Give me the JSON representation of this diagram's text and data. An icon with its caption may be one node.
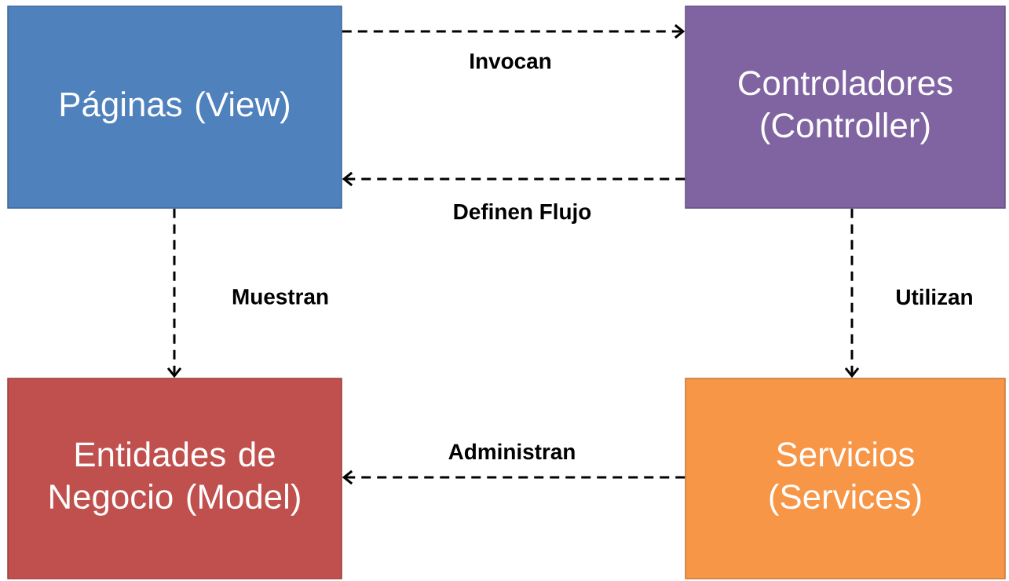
{
  "diagram": {
    "nodes": [
      {
        "text": [
          "Páginas (View)"
        ]
      },
      {
        "text": [
          "Controladores (Controller)"
        ]
      },
      {
        "text": [
          "Entidades de Negocio (Model)"
        ]
      },
      {
        "text": [
          "Servicios (Services)"
        ]
      }
    ],
    "edges": [
      {
        "from": 0,
        "to": 1,
        "arrow": "to",
        "label": "Invocan",
        "style": "dashed"
      },
      {
        "from": 1,
        "to": 0,
        "arrow": "to",
        "label": "Definen Flujo",
        "style": "dashed"
      },
      {
        "from": 0,
        "to": 2,
        "arrow": "to",
        "label": "Muestran",
        "style": "dashed"
      },
      {
        "from": 1,
        "to": 3,
        "arrow": "to",
        "label": "Utilizan",
        "style": "dashed"
      },
      {
        "from": 3,
        "to": 2,
        "arrow": "to",
        "label": "Administran",
        "style": "dashed"
      }
    ]
  }
}
